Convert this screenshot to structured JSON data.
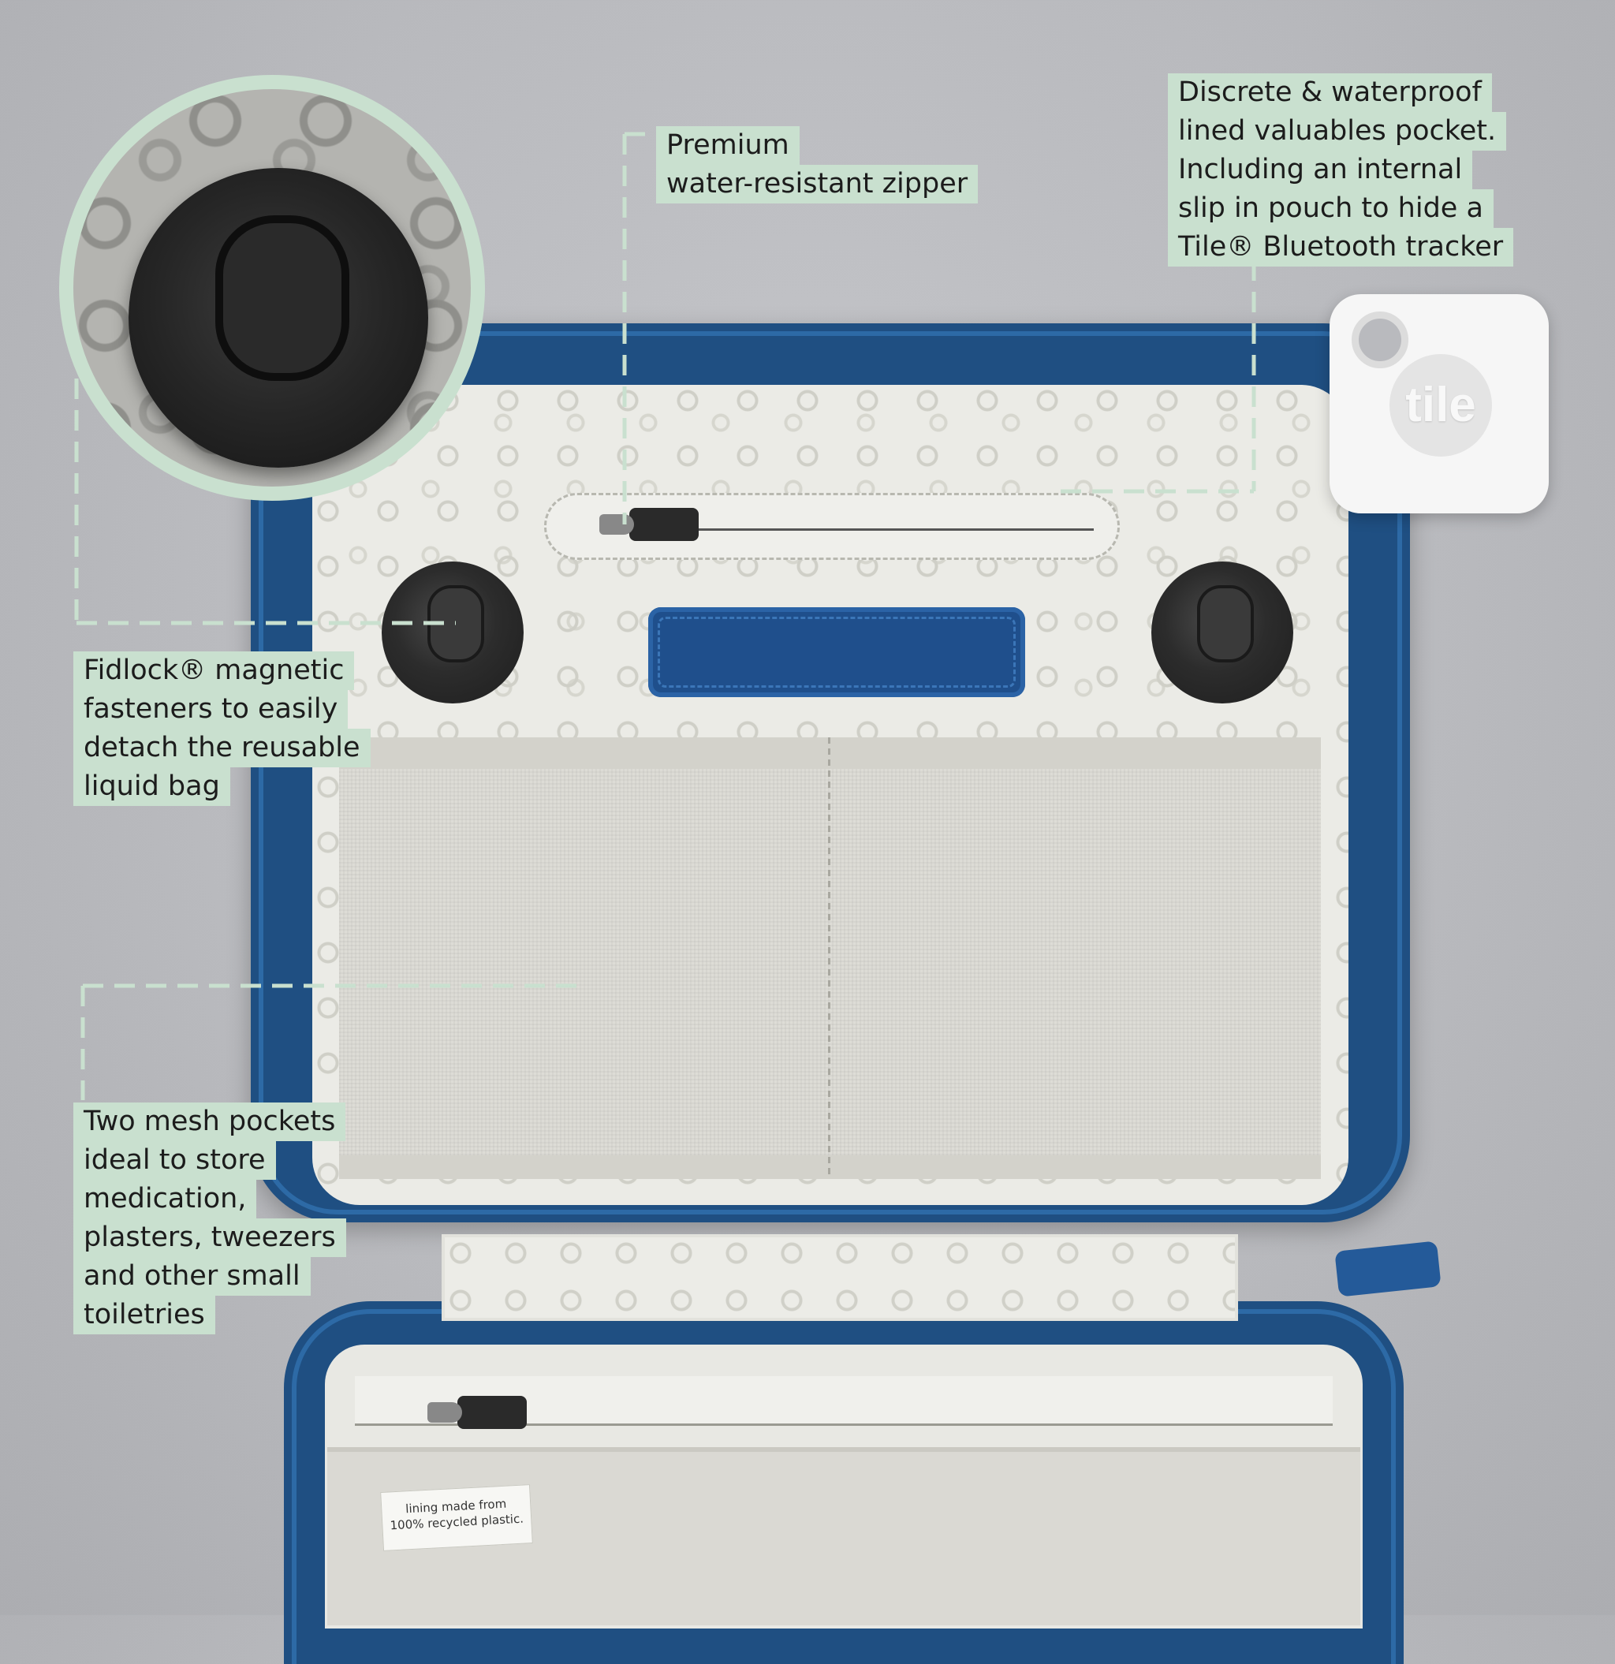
{
  "callouts": {
    "zipper": {
      "lines": [
        "Premium",
        "water-resistant zipper"
      ]
    },
    "pocket": {
      "lines": [
        "Discrete & waterproof",
        "lined valuables pocket.",
        "Including an internal",
        "slip in pouch to hide a",
        "Tile® Bluetooth tracker"
      ]
    },
    "fidlock": {
      "lines": [
        "Fidlock® magnetic",
        "fasteners to easily",
        "detach the reusable",
        "liquid bag"
      ]
    },
    "mesh": {
      "lines": [
        "Two mesh pockets",
        "ideal to store",
        "medication,",
        "plasters, tweezers",
        "and other small",
        "toiletries"
      ]
    }
  },
  "tile_logo": "tile",
  "lining_tag": {
    "line1": "lining made from",
    "line2": "100% recycled plastic."
  },
  "colors": {
    "label_bg": "#c9e0cf",
    "bag_blue": "#1f4f82",
    "background": "#b9babe"
  }
}
